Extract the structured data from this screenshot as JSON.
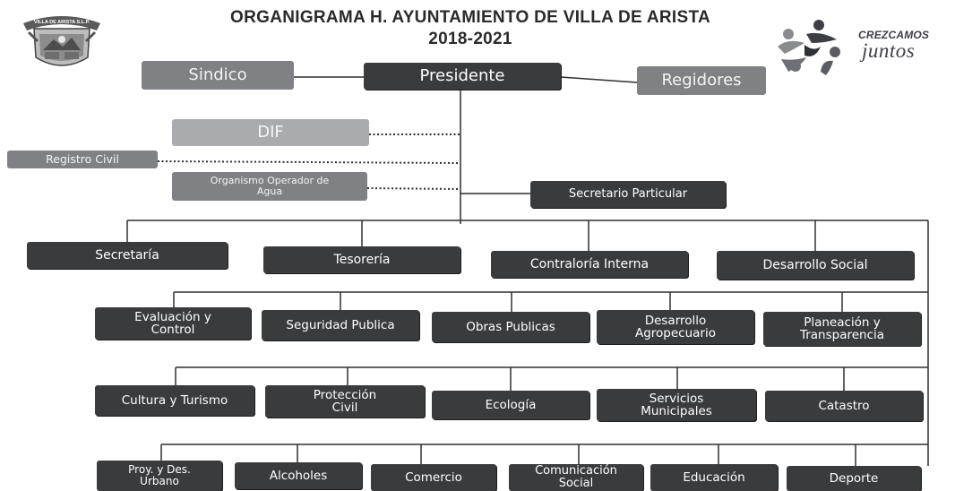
{
  "title": {
    "line1": "ORGANIGRAMA H. AYUNTAMIENTO DE VILLA DE ARISTA",
    "line2": "2018-2021"
  },
  "seal": {
    "text": "VILLA DE ARISTA S.L.P."
  },
  "logo": {
    "line1": "CREZCAMOS",
    "line2": "juntos"
  },
  "top": {
    "sindico": "Sindico",
    "presidente": "Presidente",
    "regidores": "Regidores"
  },
  "support": {
    "dif": "DIF",
    "registro_civil": "Registro Civil",
    "organismo_agua": "Organismo Operador de\nAgua",
    "secretario_particular": "Secretario Particular"
  },
  "level1": [
    "Secretaría",
    "Tesorería",
    "Contraloría Interna",
    "Desarrollo Social"
  ],
  "level2": [
    "Evaluación y\nControl",
    "Seguridad Publica",
    "Obras Publicas",
    "Desarrollo\nAgropecuario",
    "Planeación y\nTransparencia"
  ],
  "level3": [
    "Cultura y Turismo",
    "Protección\nCivil",
    "Ecología",
    "Servicios\nMunicipales",
    "Catastro"
  ],
  "level4": [
    "Proy. y Des.\nUrbano",
    "Alcoholes",
    "Comercio",
    "Comunicación\nSocial",
    "Educación",
    "Deporte"
  ]
}
